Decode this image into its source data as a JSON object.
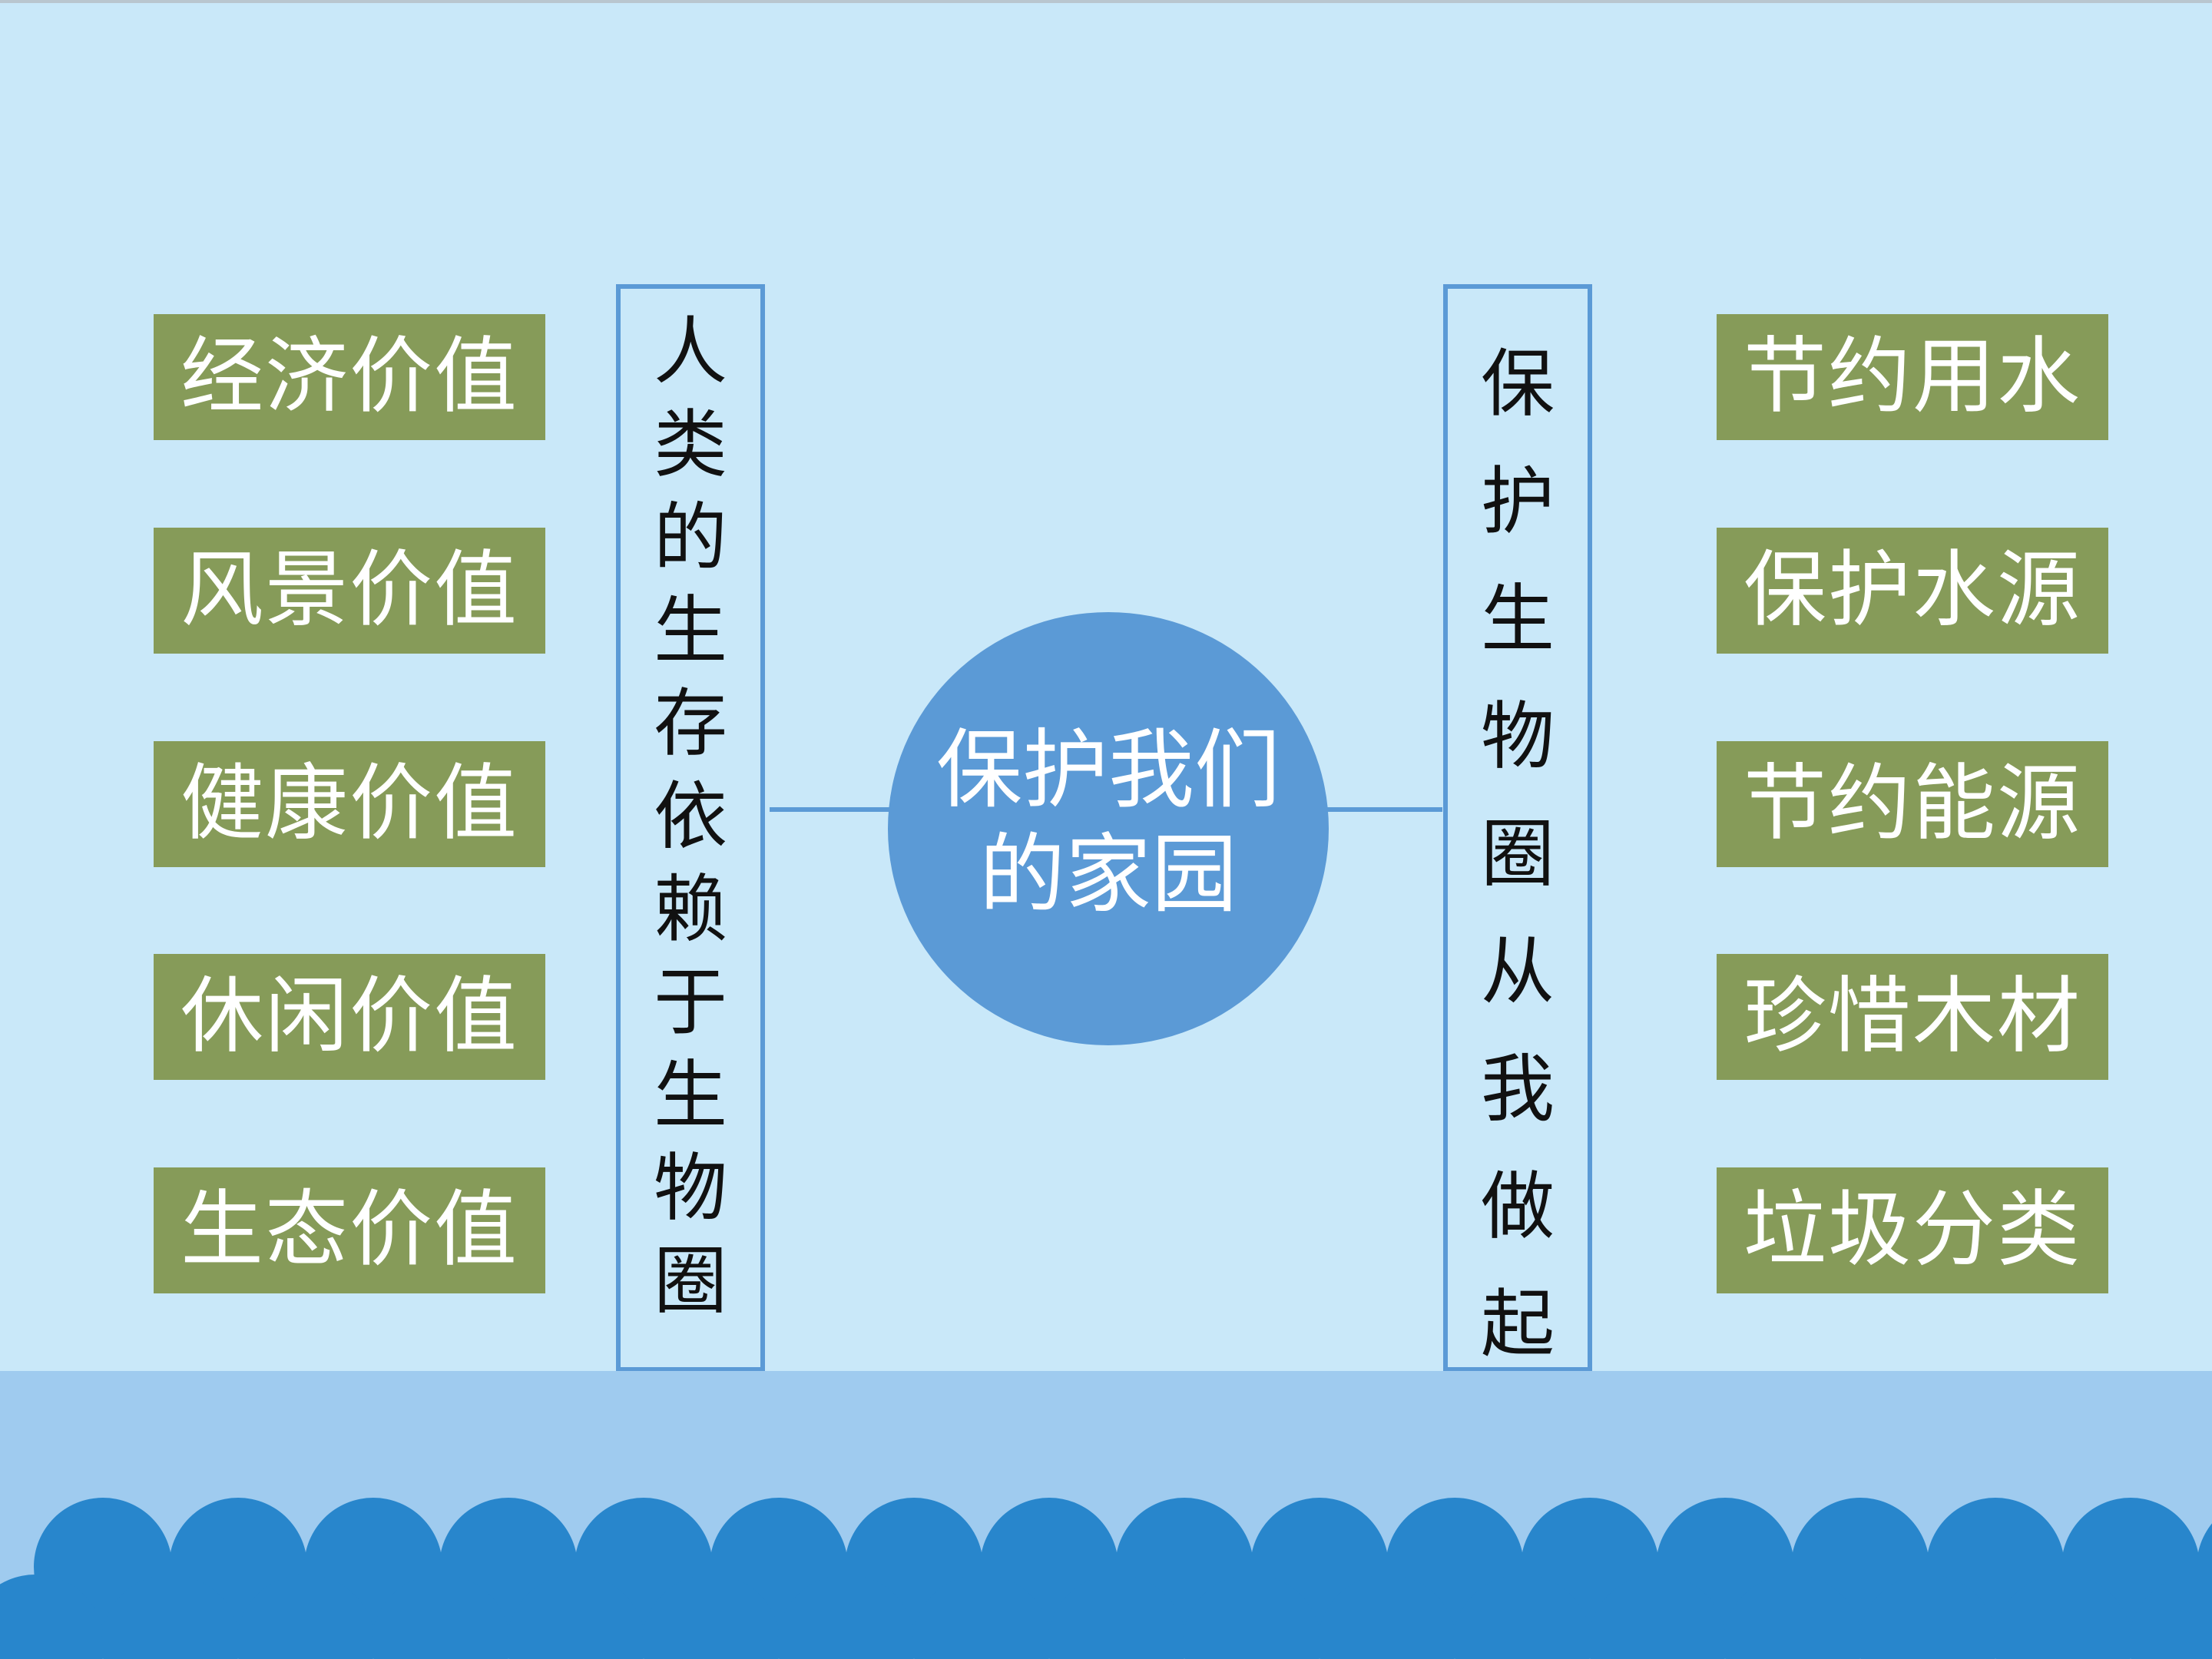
{
  "center": {
    "line1": "保护我们",
    "line2": "的家园"
  },
  "left_column": {
    "title": "人类的生存依赖于生物圈"
  },
  "right_column": {
    "title": "保护生物圈从我做起"
  },
  "left_items": [
    "经济价值",
    "风景价值",
    "健康价值",
    "休闲价值",
    "生态价值"
  ],
  "right_items": [
    "节约用水",
    "保护水源",
    "节约能源",
    "珍惜木材",
    "垃圾分类"
  ],
  "colors": {
    "background": "#c9e8f9",
    "item_box": "#869b59",
    "accent_blue": "#5b9ad6",
    "wave_blue": "#2886cc",
    "bottom_band": "#9fcbef"
  }
}
